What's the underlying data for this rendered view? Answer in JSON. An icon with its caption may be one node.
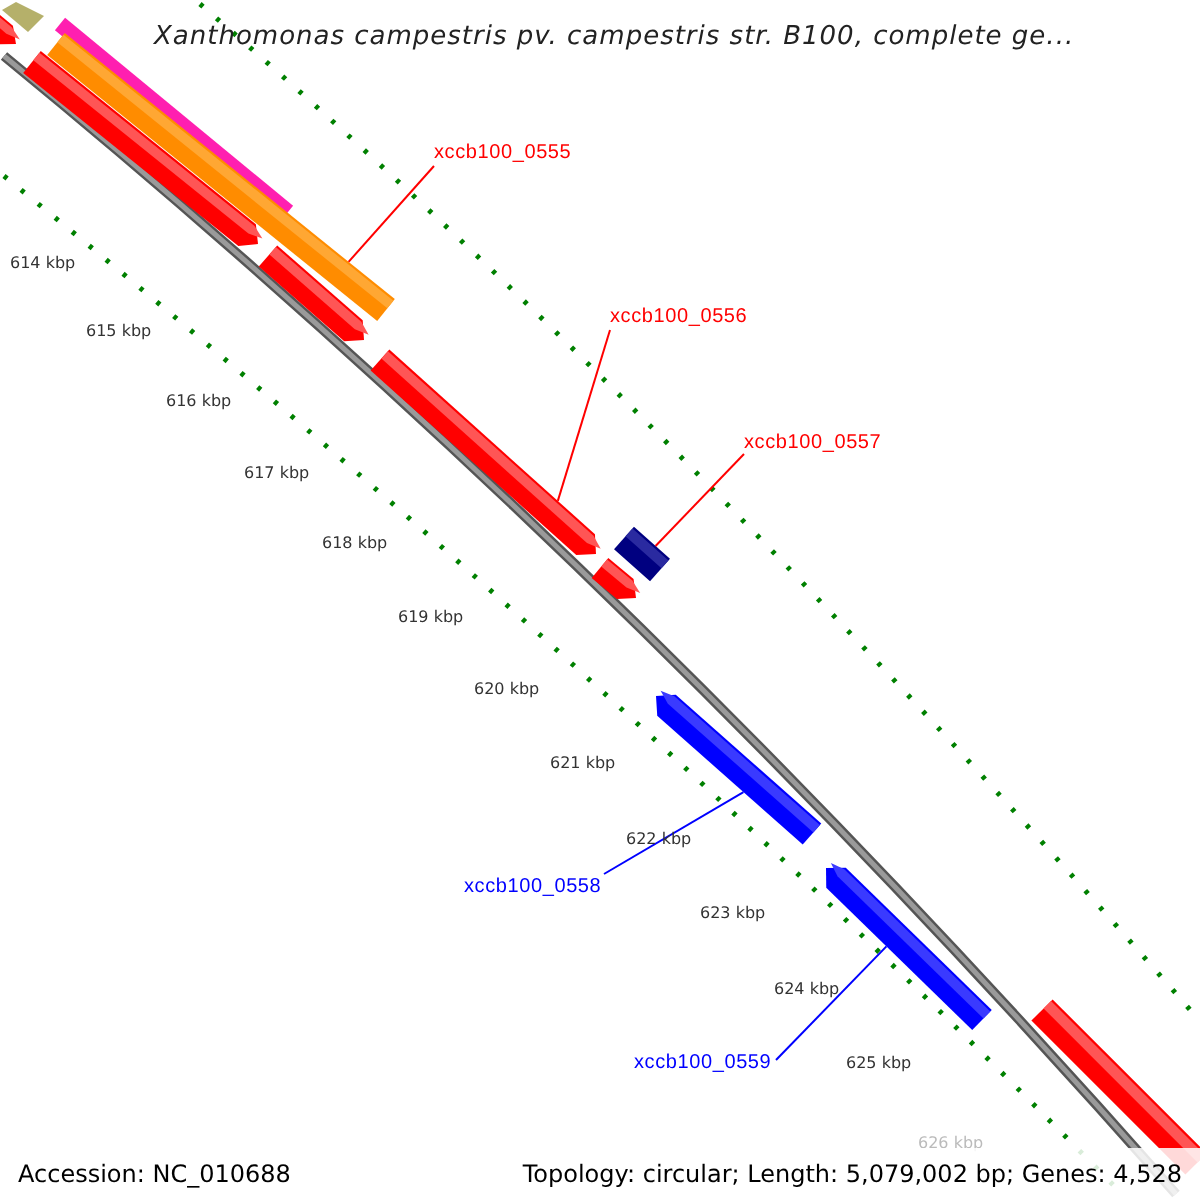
{
  "diagram": {
    "title": "Xanthomonas campestris pv. campestris str. B100, complete ge...",
    "nodes": [
      {
        "text": [
          "xccb100_0555"
        ]
      },
      {
        "text": [
          "xccb100_0556"
        ]
      },
      {
        "text": [
          "xccb100_0557"
        ]
      },
      {
        "text": [
          "xccb100_0558"
        ]
      },
      {
        "text": [
          "xccb100_0559"
        ]
      },
      {
        "text": [],
        "shape": "arrow"
      },
      {
        "text": [],
        "shape": "arrow"
      },
      {
        "text": [],
        "shape": "box"
      },
      {
        "text": [],
        "shape": "arrow"
      },
      {
        "text": [],
        "shape": "arrow"
      }
    ],
    "edges": [
      {
        "from": 0,
        "to": 5,
        "arrow": "none"
      },
      {
        "from": 1,
        "to": 6,
        "arrow": "none"
      },
      {
        "from": 2,
        "to": 7,
        "arrow": "none"
      },
      {
        "from": 3,
        "to": 8,
        "arrow": "none",
        "color": "#0000ff"
      },
      {
        "from": 4,
        "to": 9,
        "arrow": "none",
        "color": "#0000ff"
      }
    ],
    "labels": [
      "614 kbp",
      "615 kbp",
      "616 kbp",
      "617 kbp",
      "618 kbp",
      "619 kbp",
      "620 kbp",
      "621 kbp",
      "622 kbp",
      "623 kbp",
      "624 kbp",
      "625 kbp",
      "626 kbp",
      "Accession: NC_010688",
      "Topology: circular; Length: 5,079,002 bp; Genes: 4,528"
    ]
  }
}
